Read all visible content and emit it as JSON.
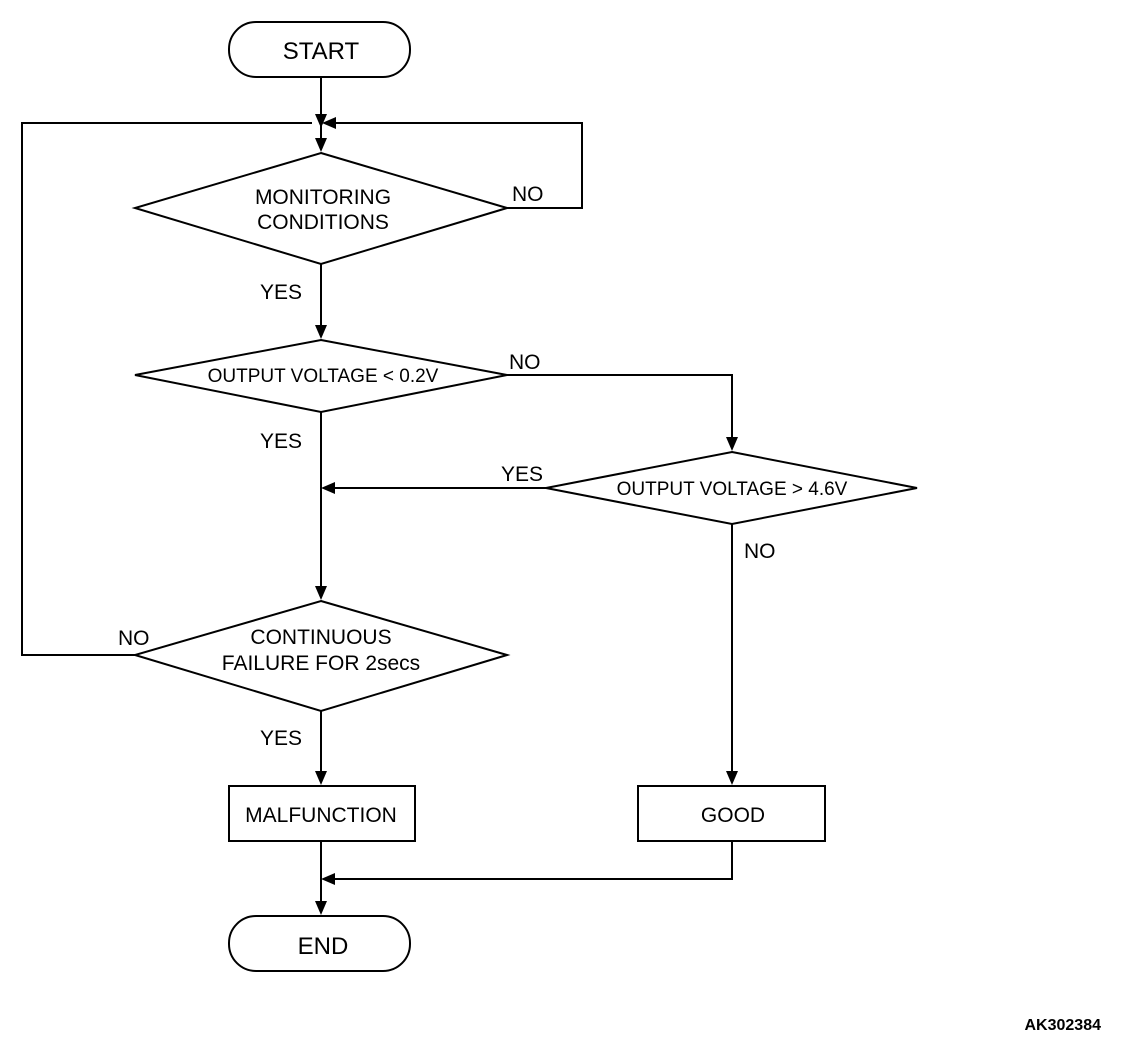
{
  "start": "START",
  "end": "END",
  "decisions": {
    "monitoring": [
      "MONITORING",
      "CONDITIONS"
    ],
    "low_voltage": "OUTPUT VOLTAGE < 0.2V",
    "high_voltage": "OUTPUT VOLTAGE > 4.6V",
    "continuous": [
      "CONTINUOUS",
      "FAILURE FOR 2secs"
    ]
  },
  "results": {
    "malfunction": "MALFUNCTION",
    "good": "GOOD"
  },
  "branch_labels": {
    "monitoring_no": "NO",
    "monitoring_yes": "YES",
    "low_no": "NO",
    "low_yes": "YES",
    "high_yes": "YES",
    "high_no": "NO",
    "continuous_no": "NO",
    "continuous_yes": "YES"
  },
  "figure_code": "AK302384"
}
